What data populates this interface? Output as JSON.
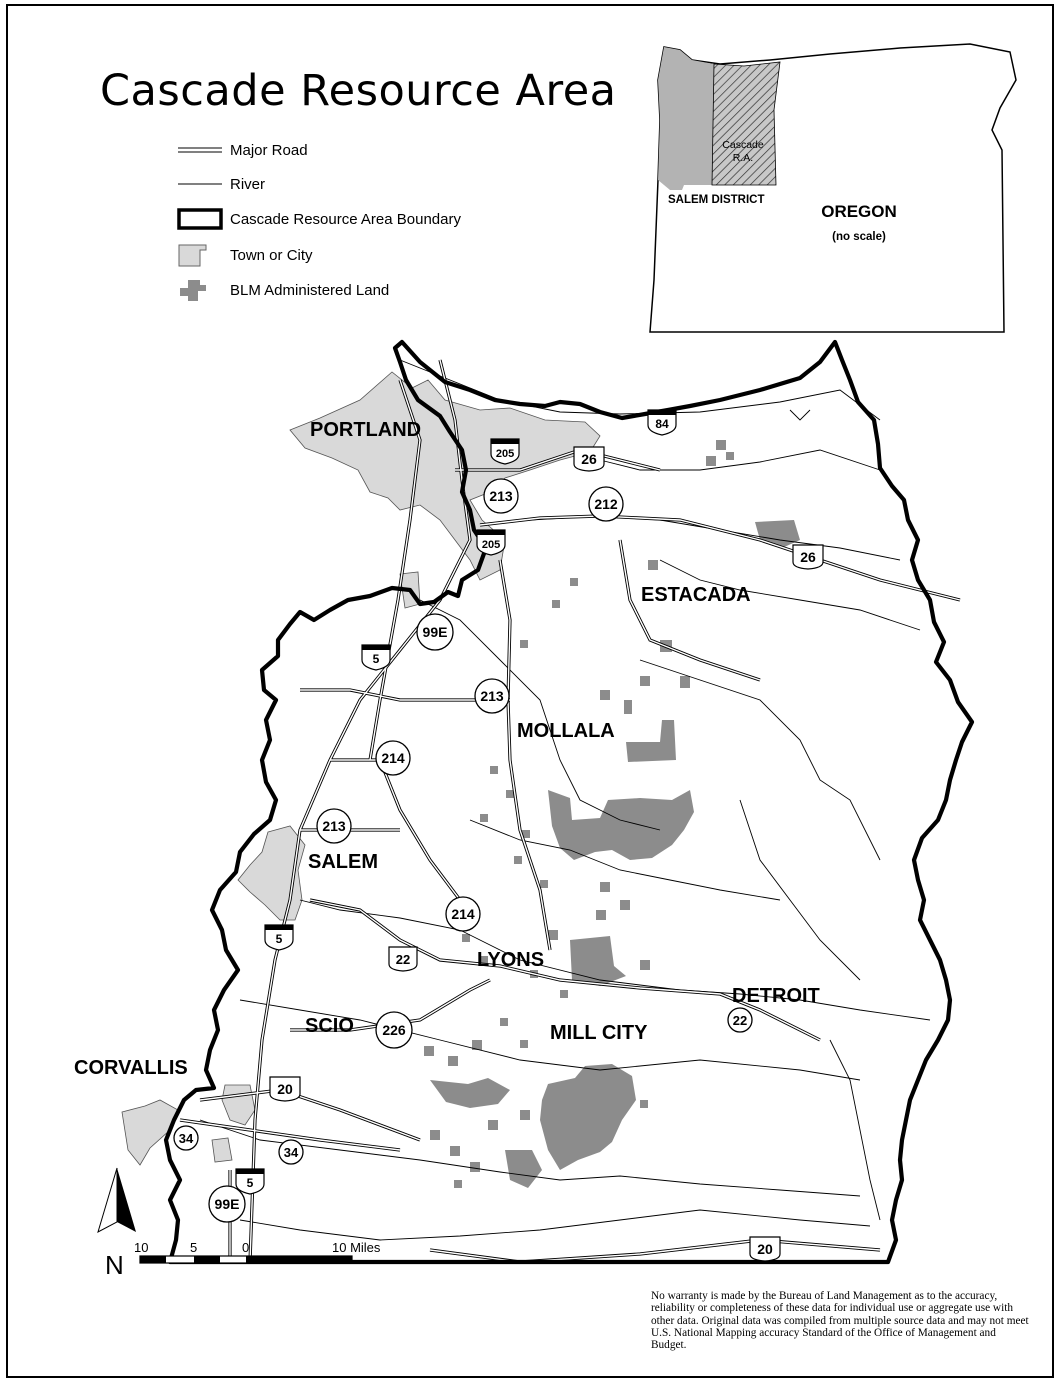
{
  "title": "Cascade Resource Area",
  "legend": [
    {
      "label": "Major Road",
      "symbol": "double-line-icon"
    },
    {
      "label": "River",
      "symbol": "thin-line-icon"
    },
    {
      "label": "Cascade Resource Area Boundary",
      "symbol": "bold-outline-icon"
    },
    {
      "label": "Town or City",
      "symbol": "light-gray-patch-icon"
    },
    {
      "label": "BLM Administered Land",
      "symbol": "dark-gray-patch-icon"
    }
  ],
  "inset": {
    "district_label": "SALEM DISTRICT",
    "area_label_line1": "Cascade",
    "area_label_line2": "R.A.",
    "state_label": "OREGON",
    "scale_note": "(no scale)"
  },
  "places": [
    "PORTLAND",
    "ESTACADA",
    "MOLLALA",
    "SALEM",
    "LYONS",
    "DETROIT",
    "SCIO",
    "MILL CITY",
    "CORVALLIS"
  ],
  "highways": {
    "interstates": [
      "84",
      "205",
      "205",
      "5",
      "5",
      "5"
    ],
    "us_routes": [
      "26",
      "26",
      "22",
      "20",
      "20"
    ],
    "state_routes": [
      "213",
      "212",
      "99E",
      "213",
      "214",
      "213",
      "214",
      "22",
      "226",
      "34",
      "34",
      "99E"
    ]
  },
  "north_arrow": "N",
  "scale_bar": {
    "ticks": [
      "10",
      "5",
      "0",
      "10 Miles"
    ]
  },
  "disclaimer": "No warranty is made by the Bureau of Land Management as to the accuracy, reliability or completeness of these data for individual use or aggregate use with other data. Original data was compiled from multiple source data and may not meet U.S. National Mapping accuracy Standard of the Office of Management and Budget.",
  "colors": {
    "town": "#d9d9d9",
    "blm": "#8c8c8c",
    "district": "#b3b3b3",
    "ink": "#000000"
  }
}
